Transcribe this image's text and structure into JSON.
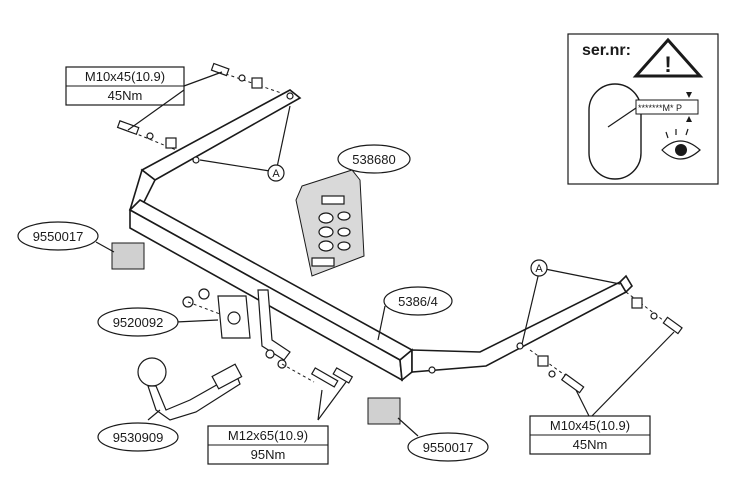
{
  "callouts": {
    "bracket_part": "538680",
    "bar_part": "5386/4",
    "pad_left_part": "9550017",
    "pad_right_part": "9550017",
    "plate_part": "9520092",
    "ball_part": "9530909",
    "point_a_top": "A",
    "point_a_right": "A"
  },
  "specs": {
    "top_left": {
      "bolt": "M10x45(10.9)",
      "torque": "45Nm"
    },
    "bottom_center": {
      "bolt": "M12x65(10.9)",
      "torque": "95Nm"
    },
    "bottom_right": {
      "bolt": "M10x45(10.9)",
      "torque": "45Nm"
    }
  },
  "serial_panel": {
    "title": "ser.nr:",
    "plate_text": "*******M* P",
    "warning_glyph": "!"
  },
  "icons": [
    "warning-triangle-icon",
    "eye-icon"
  ]
}
